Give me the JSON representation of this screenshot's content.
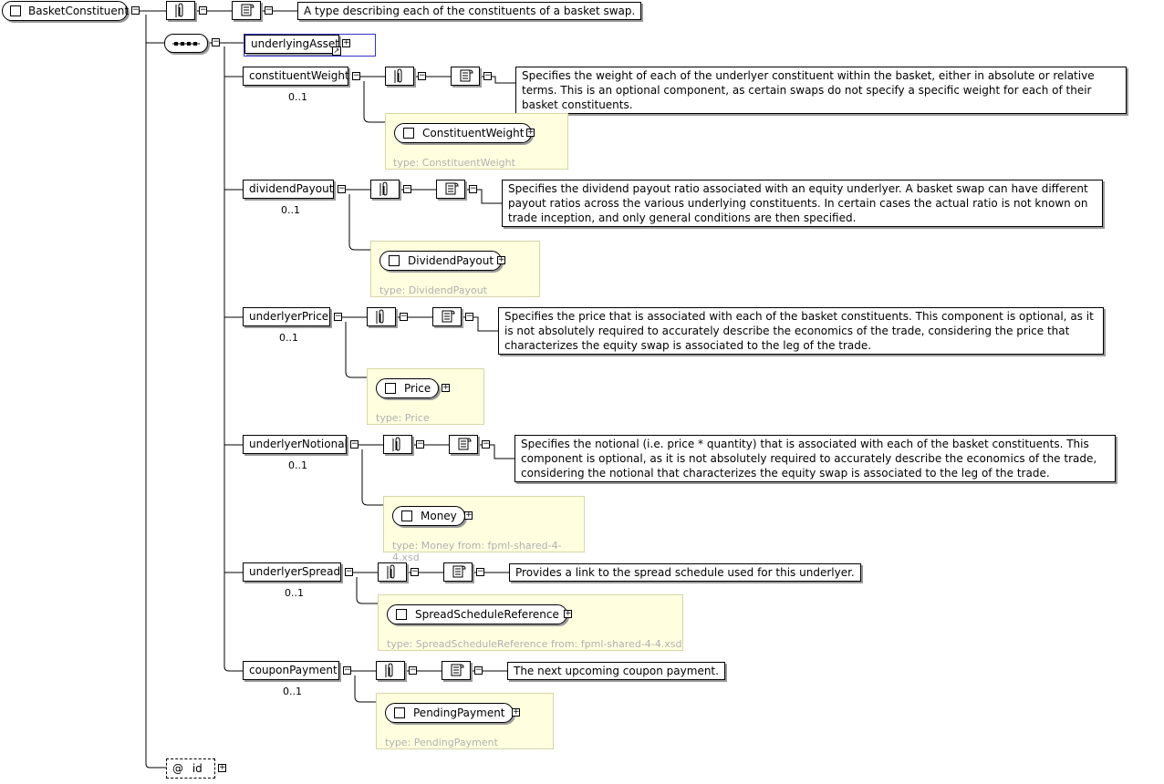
{
  "root": {
    "name": "BasketConstituent",
    "annotation": "A type describing each of the constituents of a basket swap."
  },
  "children": [
    {
      "name": "underlyingAsset",
      "occurs": ""
    },
    {
      "name": "constituentWeight",
      "occurs": "0..1",
      "annotation": "Specifies the weight of each of the underlyer constituent within the basket, either in absolute or relative terms. This is an optional component, as certain swaps do not specify a specific weight for each of their basket constituents.",
      "type_name": "ConstituentWeight",
      "type_label": "type: ConstituentWeight"
    },
    {
      "name": "dividendPayout",
      "occurs": "0..1",
      "annotation": "Specifies the dividend payout ratio associated with an equity underlyer. A basket swap can have different payout ratios across the various underlying constituents. In certain cases the actual ratio is not known on trade inception, and only general conditions are then specified.",
      "type_name": "DividendPayout",
      "type_label": "type: DividendPayout"
    },
    {
      "name": "underlyerPrice",
      "occurs": "0..1",
      "annotation": "Specifies the price that is associated with each of the basket constituents. This component is optional, as it is not absolutely required to accurately describe the economics of the trade, considering the price that characterizes the equity swap is associated to the leg of the trade.",
      "type_name": "Price",
      "type_label": "type: Price"
    },
    {
      "name": "underlyerNotional",
      "occurs": "0..1",
      "annotation": "Specifies the notional (i.e. price * quantity) that is associated with each of the basket constituents. This component is optional, as it is not absolutely required to accurately describe the economics of the trade, considering the notional that characterizes the equity swap is associated to the leg of the trade.",
      "type_name": "Money",
      "type_label": "type: Money from: fpml-shared-4-4.xsd"
    },
    {
      "name": "underlyerSpread",
      "occurs": "0..1",
      "annotation": "Provides a link to the spread schedule used for this underlyer.",
      "type_name": "SpreadScheduleReference",
      "type_label": "type: SpreadScheduleReference from: fpml-shared-4-4.xsd"
    },
    {
      "name": "couponPayment",
      "occurs": "0..1",
      "annotation": "The next upcoming coupon payment.",
      "type_name": "PendingPayment",
      "type_label": "type: PendingPayment"
    }
  ],
  "attribute": {
    "at": "@",
    "name": "id"
  },
  "icons": {
    "sequence": "sequence-compositor-icon",
    "clip": "paperclip-icon",
    "doc": "scroll-icon"
  }
}
